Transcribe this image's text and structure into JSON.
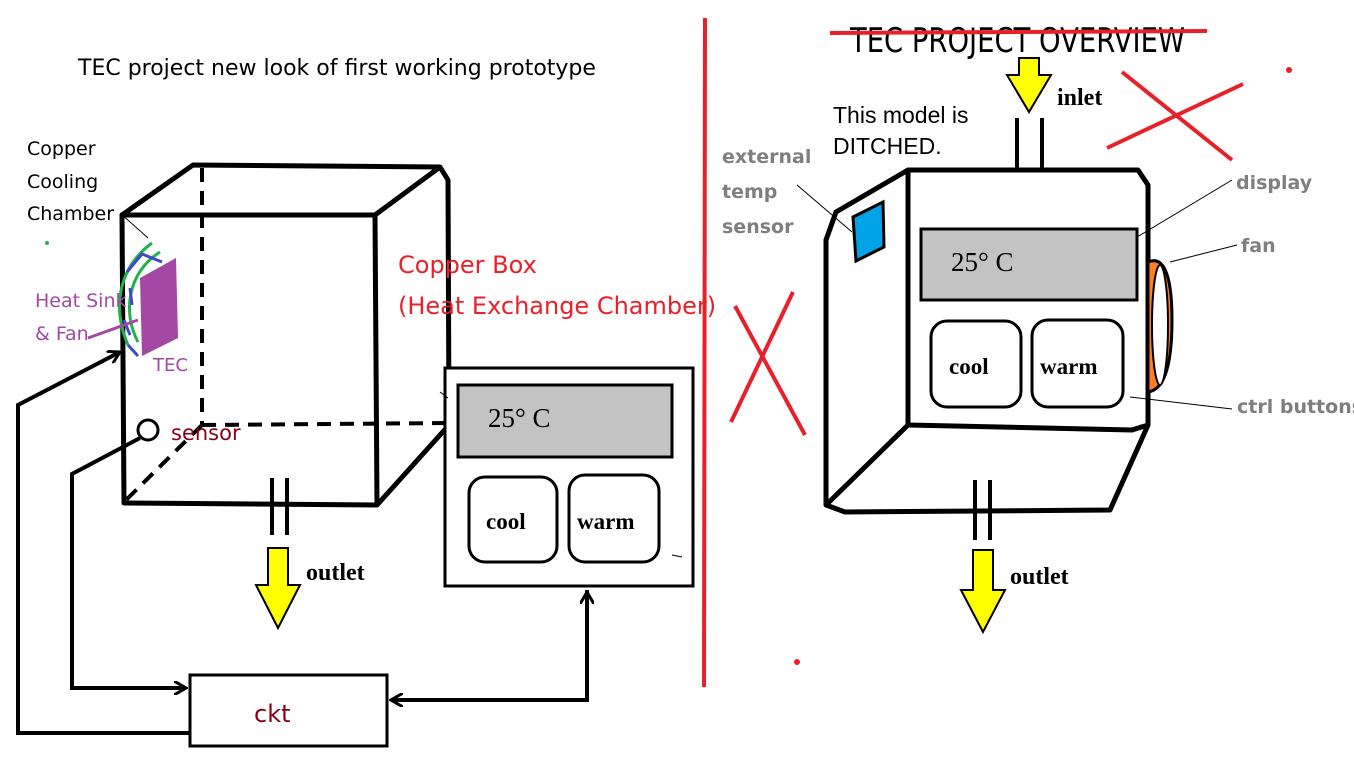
{
  "left": {
    "title": "TEC project new look of first working prototype",
    "copper_cooling_chamber": [
      "Copper",
      "Cooling",
      "Chamber"
    ],
    "heat_sink_fan": [
      "Heat Sink",
      "& Fan"
    ],
    "tec": "TEC",
    "copper_box": [
      "Copper Box",
      "(Heat Exchange Chamber)"
    ],
    "sensor": "sensor",
    "display_temp": "25° C",
    "cool": "cool",
    "warm": "warm",
    "outlet": "outlet",
    "ckt": "ckt"
  },
  "right": {
    "title": "TEC PROJECT OVERVIEW",
    "inlet": "inlet",
    "ditched_note": [
      "This model is",
      "DITCHED."
    ],
    "external_temp_sensor": [
      "external",
      "temp",
      "sensor"
    ],
    "display": "display",
    "fan": "fan",
    "ctrl_buttons": "ctrl buttons",
    "display_temp": "25° C",
    "cool": "cool",
    "warm": "warm",
    "outlet": "outlet"
  },
  "colors": {
    "line": "#000000",
    "red": "#e8202a",
    "arrow_fill": "#ffff00",
    "screen": "#c3c3c3",
    "purple": "#a349a4",
    "green": "#22b14c",
    "blue": "#3f48cc",
    "sensor_blue": "#00a2e8",
    "fan_orange": "#ff7f27",
    "maroon": "#880015",
    "gray_label": "#7f7f7f"
  }
}
